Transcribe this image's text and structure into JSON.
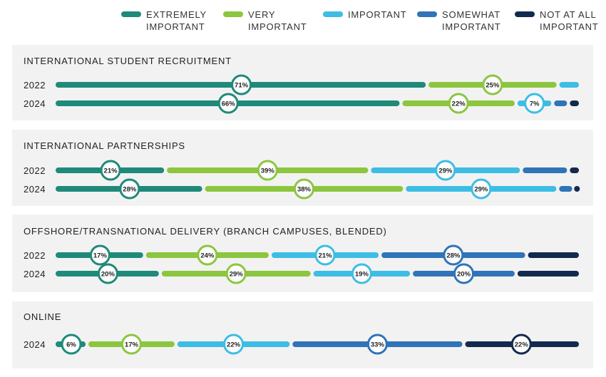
{
  "chart_data": {
    "type": "bar",
    "stacked": true,
    "orientation": "horizontal",
    "legend_position": "top",
    "categories_legend": [
      {
        "key": "extremely",
        "lines": [
          "EXTREMELY",
          "IMPORTANT"
        ],
        "color": "#1f8a7a"
      },
      {
        "key": "very",
        "lines": [
          "VERY",
          "IMPORTANT"
        ],
        "color": "#8cc63f"
      },
      {
        "key": "important",
        "lines": [
          "IMPORTANT"
        ],
        "color": "#3dbde4"
      },
      {
        "key": "somewhat",
        "lines": [
          "SOMEWHAT",
          "IMPORTANT"
        ],
        "color": "#2f74b8"
      },
      {
        "key": "not",
        "lines": [
          "NOT AT ALL",
          "IMPORTANT"
        ],
        "color": "#132a4f"
      }
    ],
    "panels": [
      {
        "title": "INTERNATIONAL STUDENT RECRUITMENT",
        "rows": [
          {
            "year": "2022",
            "values": [
              71,
              25,
              4,
              0,
              0
            ],
            "labels": [
              "71%",
              "25%",
              "",
              "",
              ""
            ]
          },
          {
            "year": "2024",
            "values": [
              66,
              22,
              7,
              3,
              2
            ],
            "labels": [
              "66%",
              "22%",
              "7%",
              "",
              ""
            ]
          }
        ]
      },
      {
        "title": "INTERNATIONAL PARTNERSHIPS",
        "rows": [
          {
            "year": "2022",
            "values": [
              21,
              39,
              29,
              9,
              2
            ],
            "labels": [
              "21%",
              "39%",
              "29%",
              "",
              ""
            ]
          },
          {
            "year": "2024",
            "values": [
              28,
              38,
              29,
              3,
              1
            ],
            "labels": [
              "28%",
              "38%",
              "29%",
              "",
              ""
            ]
          }
        ]
      },
      {
        "title": "OFFSHORE/TRANSNATIONAL DELIVERY (BRANCH CAMPUSES, BLENDED)",
        "rows": [
          {
            "year": "2022",
            "values": [
              17,
              24,
              21,
              28,
              10
            ],
            "labels": [
              "17%",
              "24%",
              "21%",
              "28%",
              ""
            ]
          },
          {
            "year": "2024",
            "values": [
              20,
              29,
              19,
              20,
              12
            ],
            "labels": [
              "20%",
              "29%",
              "19%",
              "20%",
              ""
            ]
          }
        ]
      },
      {
        "title": "ONLINE",
        "rows": [
          {
            "year": "2024",
            "values": [
              6,
              17,
              22,
              33,
              22
            ],
            "labels": [
              "6%",
              "17%",
              "22%",
              "33%",
              "22%"
            ]
          }
        ]
      }
    ]
  }
}
